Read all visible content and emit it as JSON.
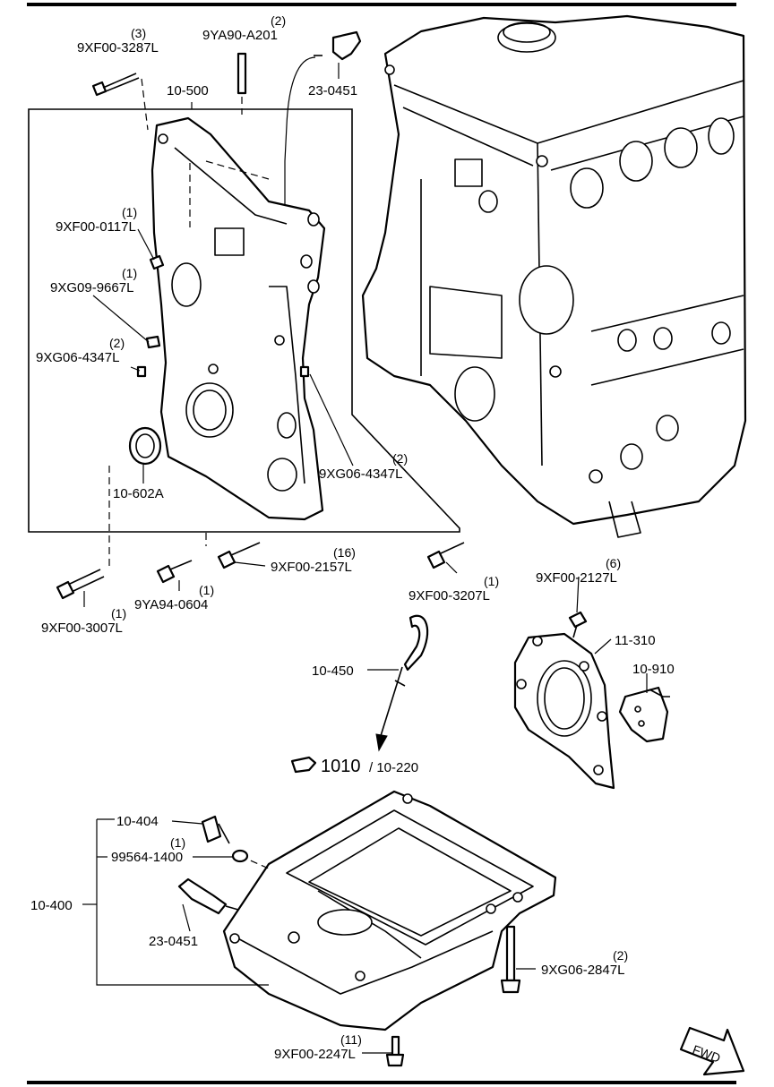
{
  "labels": {
    "front_cover_assy": "10-500",
    "bolt_3287": "9XF00-3287L",
    "bolt_3287_qty": "(3)",
    "stud_a201": "9YA90-A201",
    "stud_a201_qty": "(2)",
    "sealant_top": "23-0451",
    "bolt_0117": "9XF00-0117L",
    "bolt_0117_qty": "(1)",
    "plug_9667": "9XG09-9667L",
    "plug_9667_qty": "(1)",
    "pin_4347_left": "9XG06-4347L",
    "pin_4347_left_qty": "(2)",
    "pin_4347_right": "9XG06-4347L",
    "pin_4347_right_qty": "(2)",
    "oil_seal": "10-602A",
    "bolt_2157": "9XF00-2157L",
    "bolt_2157_qty": "(16)",
    "bolt_3207": "9XF00-3207L",
    "bolt_3207_qty": "(1)",
    "bolt_3007": "9XF00-3007L",
    "bolt_3007_qty": "(1)",
    "stud_0604": "9YA94-0604",
    "stud_0604_qty": "(1)",
    "bolt_2127": "9XF00-2127L",
    "bolt_2127_qty": "(6)",
    "rear_seal_housing": "11-310",
    "baffle": "10-910",
    "dipstick": "10-450",
    "ref_main": "1010",
    "ref_sub": "/ 10-220",
    "drain_plug": "10-404",
    "gasket_1400": "99564-1400",
    "gasket_1400_qty": "(1)",
    "oil_pan_assy": "10-400",
    "sealant_pan": "23-0451",
    "bolt_2847": "9XG06-2847L",
    "bolt_2847_qty": "(2)",
    "bolt_2247": "9XF00-2247L",
    "bolt_2247_qty": "(11)",
    "fwd": "FWD"
  }
}
